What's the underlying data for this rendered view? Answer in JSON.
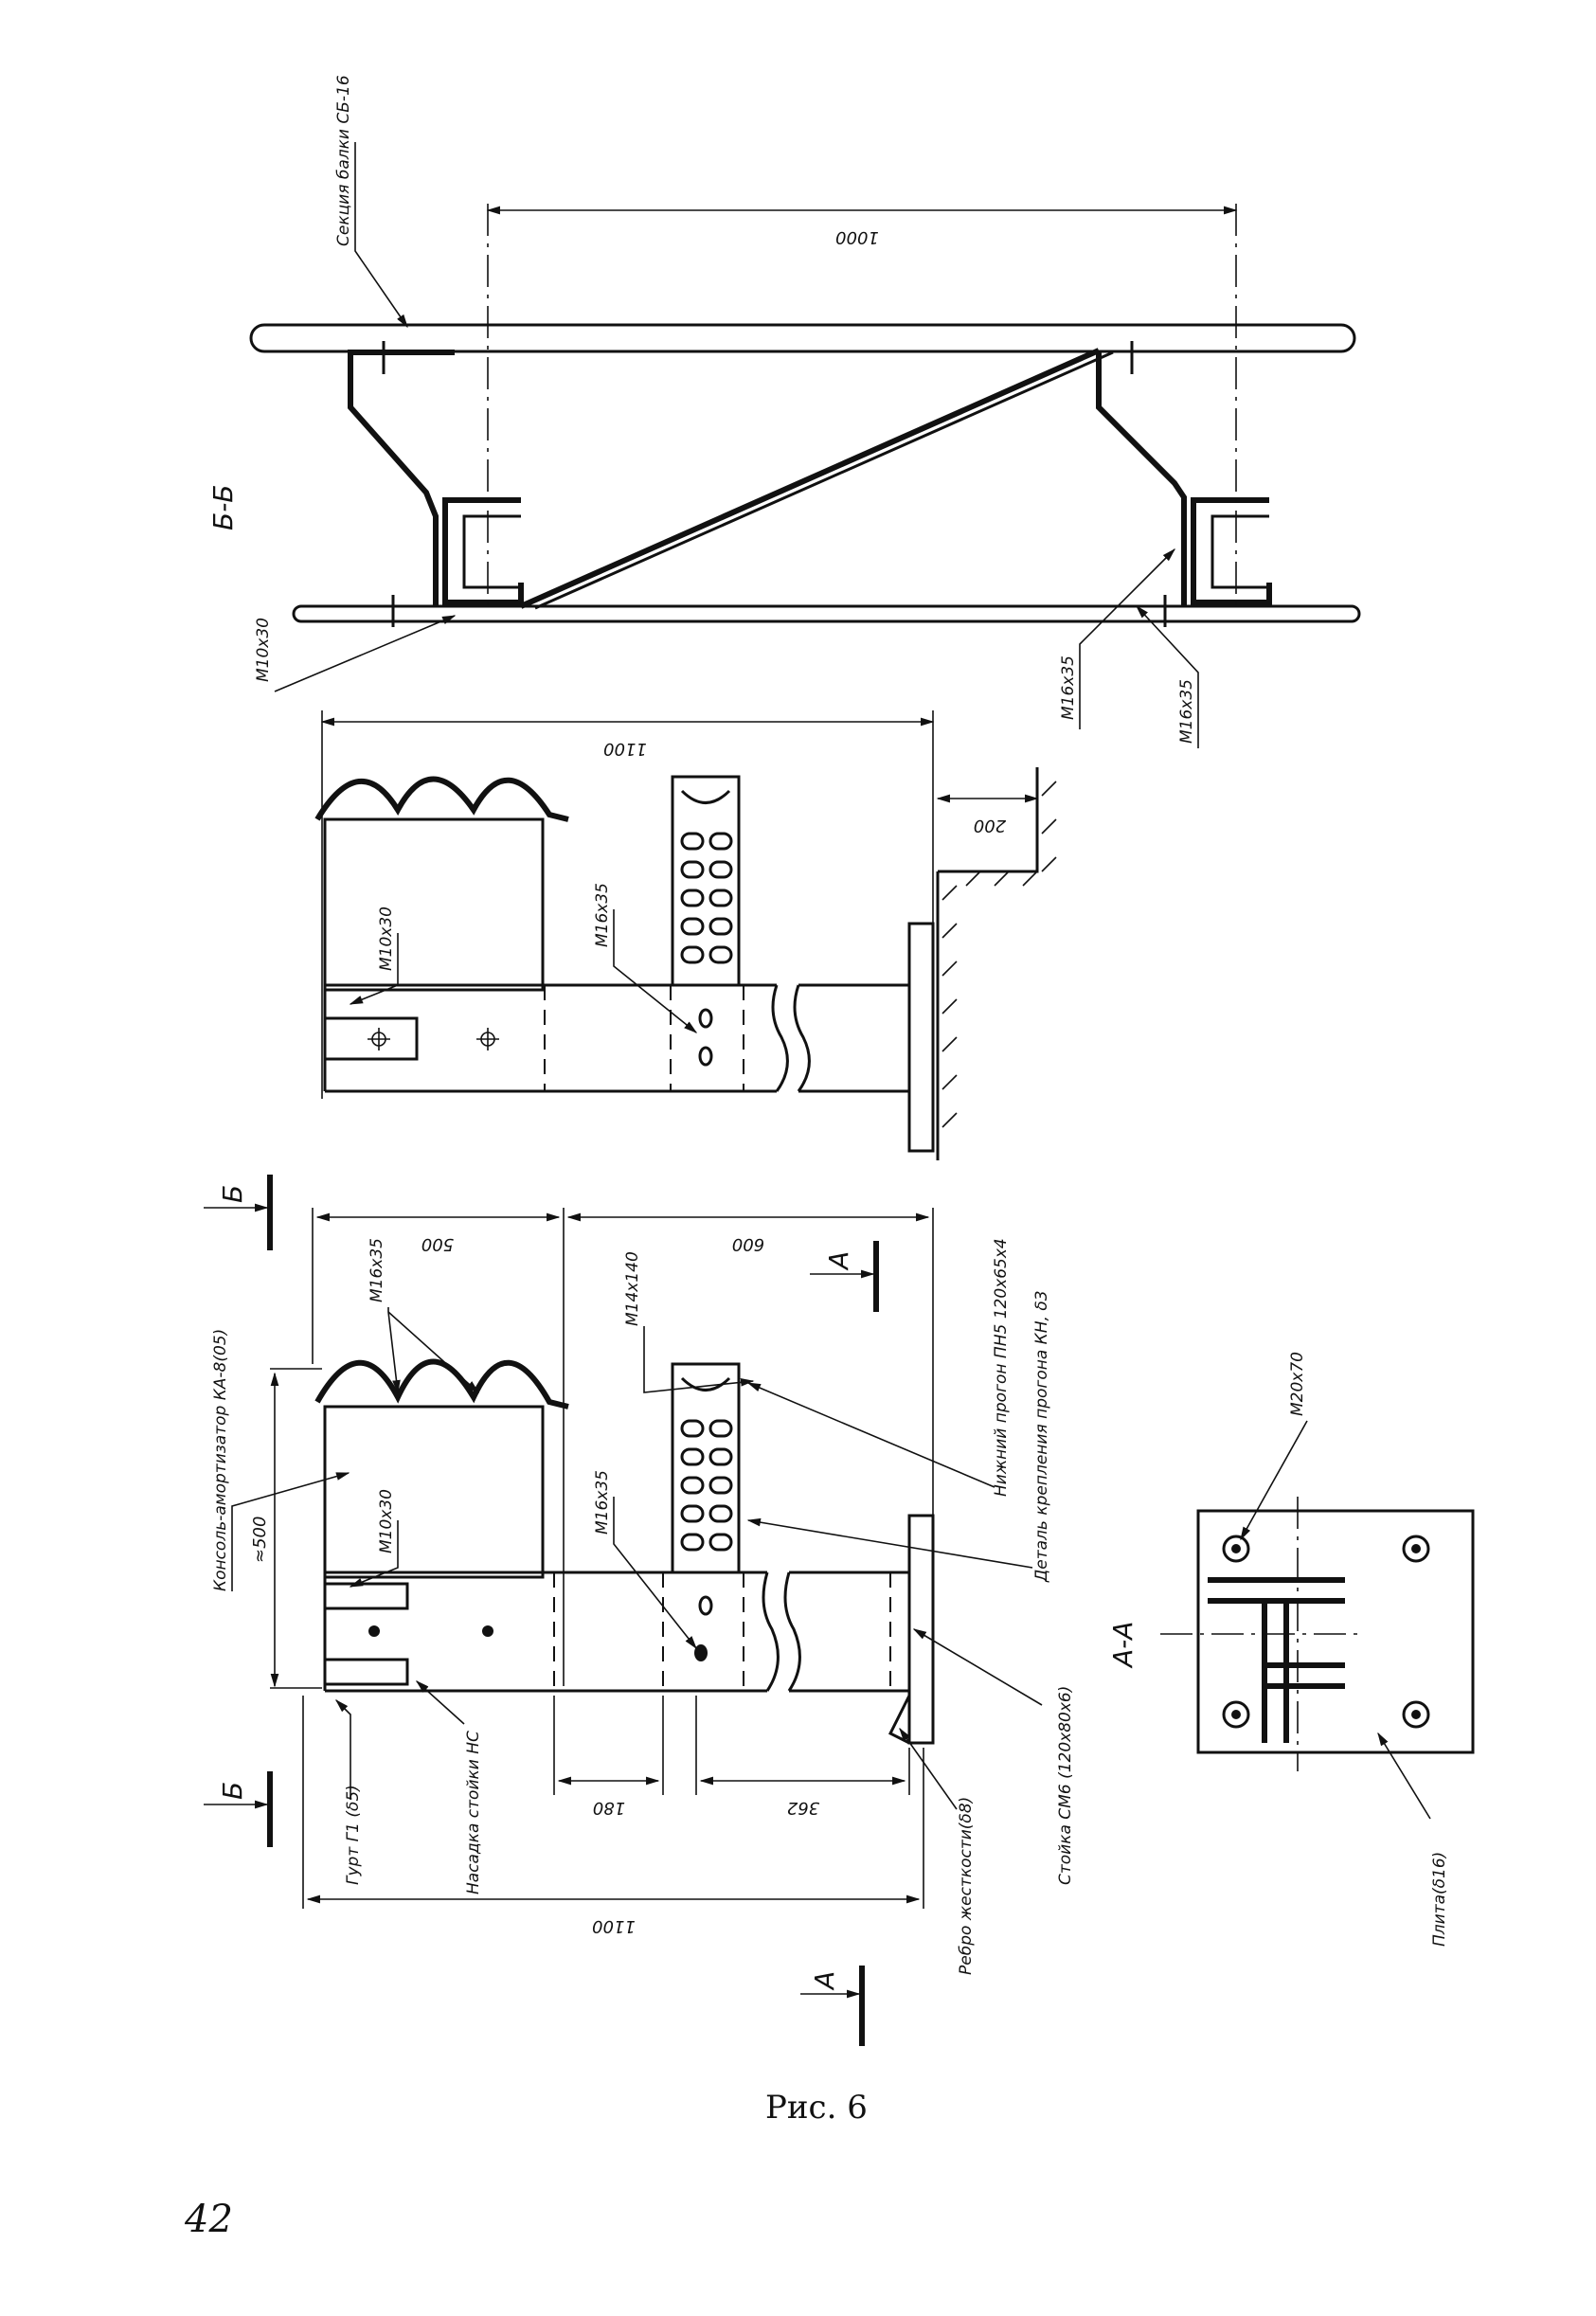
{
  "figure": {
    "caption": "Рис. 6",
    "page_number": "42"
  },
  "section_bb": {
    "title": "Б-Б",
    "labels": {
      "beam_section": "Секция балки СБ-16",
      "bolt_left": "М10х30",
      "bolt_right_1": "М16х35",
      "bolt_right_2": "М16х35"
    },
    "dims": {
      "span": "1000"
    }
  },
  "view_middle": {
    "labels": {
      "bolt_upper": "М10х30",
      "bolt_lower": "М16х35"
    },
    "dims": {
      "length": "1100",
      "offset": "200"
    }
  },
  "view_main": {
    "labels": {
      "console": "Консоль-амортизатор КА-8(05)",
      "bolt_wave": "М16х35",
      "bolt_m10": "М10х30",
      "bolt_m16": "М16х35",
      "bolt_m14": "М14х140",
      "purlin": "Нижний прогон ПН5 120х65х4",
      "purlin_part": "Деталь крепления прогона КН, δ3",
      "bracket": "Гурт Г1 (δ5)",
      "nozzle": "Насадка стойки НС",
      "post": "Стойка СМ6 (120х80х6)",
      "rib": "Ребро жесткости(δ8)"
    },
    "dims": {
      "d500": "500",
      "d600": "600",
      "d_height": "≈500",
      "d180": "180",
      "d362": "362",
      "d1100": "1100"
    },
    "section_marks": {
      "b": "Б",
      "a": "А"
    }
  },
  "section_aa": {
    "title": "А-А",
    "labels": {
      "bolt": "М20х70",
      "plate": "Плита(δ16)"
    }
  }
}
